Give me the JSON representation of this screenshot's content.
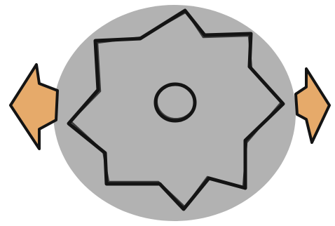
{
  "scene": {
    "disc": {
      "icon": "gray-disc",
      "fill_color": "#b2b2b2"
    },
    "star": {
      "icon": "eight-point-star-outline",
      "stroke_color": "#141414"
    },
    "center_ring": {
      "icon": "center-ring",
      "stroke_color": "#141414"
    },
    "arrow_left": {
      "icon": "arrow-left-icon",
      "direction": "left",
      "fill_color": "#e6aa6a",
      "stroke_color": "#141414"
    },
    "arrow_right": {
      "icon": "arrow-right-icon",
      "direction": "right",
      "fill_color": "#e6aa6a",
      "stroke_color": "#141414"
    }
  }
}
